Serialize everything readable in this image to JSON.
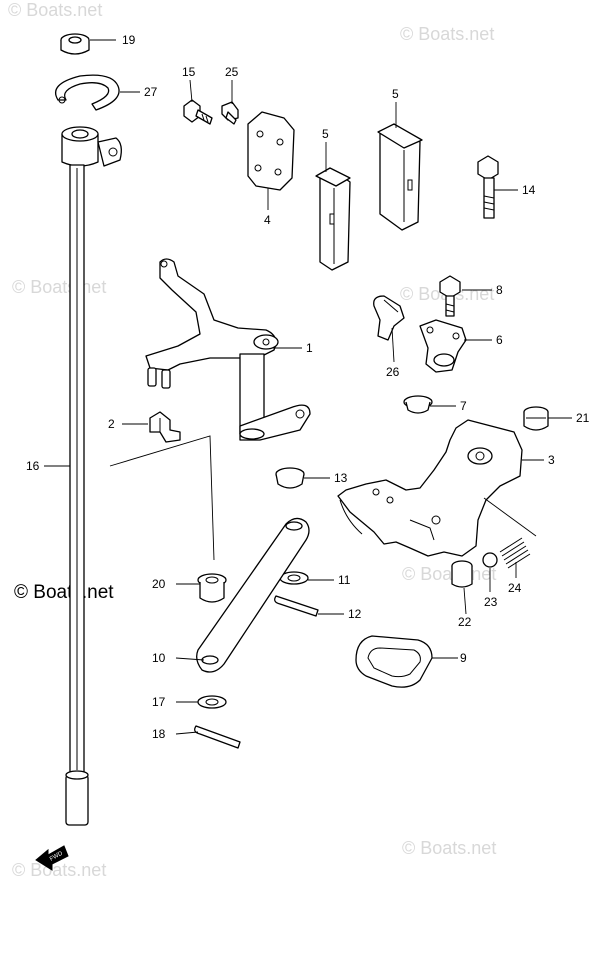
{
  "watermark": "© Boats.net",
  "brand": "© Boats.net",
  "fwd_label": "FWD",
  "parts": [
    {
      "id": "p19",
      "label": "19"
    },
    {
      "id": "p27",
      "label": "27"
    },
    {
      "id": "p15",
      "label": "15"
    },
    {
      "id": "p25",
      "label": "25"
    },
    {
      "id": "p5a",
      "label": "5"
    },
    {
      "id": "p5b",
      "label": "5"
    },
    {
      "id": "p4",
      "label": "4"
    },
    {
      "id": "p14",
      "label": "14"
    },
    {
      "id": "p8",
      "label": "8"
    },
    {
      "id": "p1",
      "label": "1"
    },
    {
      "id": "p6",
      "label": "6"
    },
    {
      "id": "p26",
      "label": "26"
    },
    {
      "id": "p7",
      "label": "7"
    },
    {
      "id": "p21",
      "label": "21"
    },
    {
      "id": "p2",
      "label": "2"
    },
    {
      "id": "p3",
      "label": "3"
    },
    {
      "id": "p16",
      "label": "16"
    },
    {
      "id": "p13",
      "label": "13"
    },
    {
      "id": "p20",
      "label": "20"
    },
    {
      "id": "p11",
      "label": "11"
    },
    {
      "id": "p24",
      "label": "24"
    },
    {
      "id": "p23",
      "label": "23"
    },
    {
      "id": "p12",
      "label": "12"
    },
    {
      "id": "p22",
      "label": "22"
    },
    {
      "id": "p10",
      "label": "10"
    },
    {
      "id": "p9",
      "label": "9"
    },
    {
      "id": "p17",
      "label": "17"
    },
    {
      "id": "p18",
      "label": "18"
    }
  ]
}
